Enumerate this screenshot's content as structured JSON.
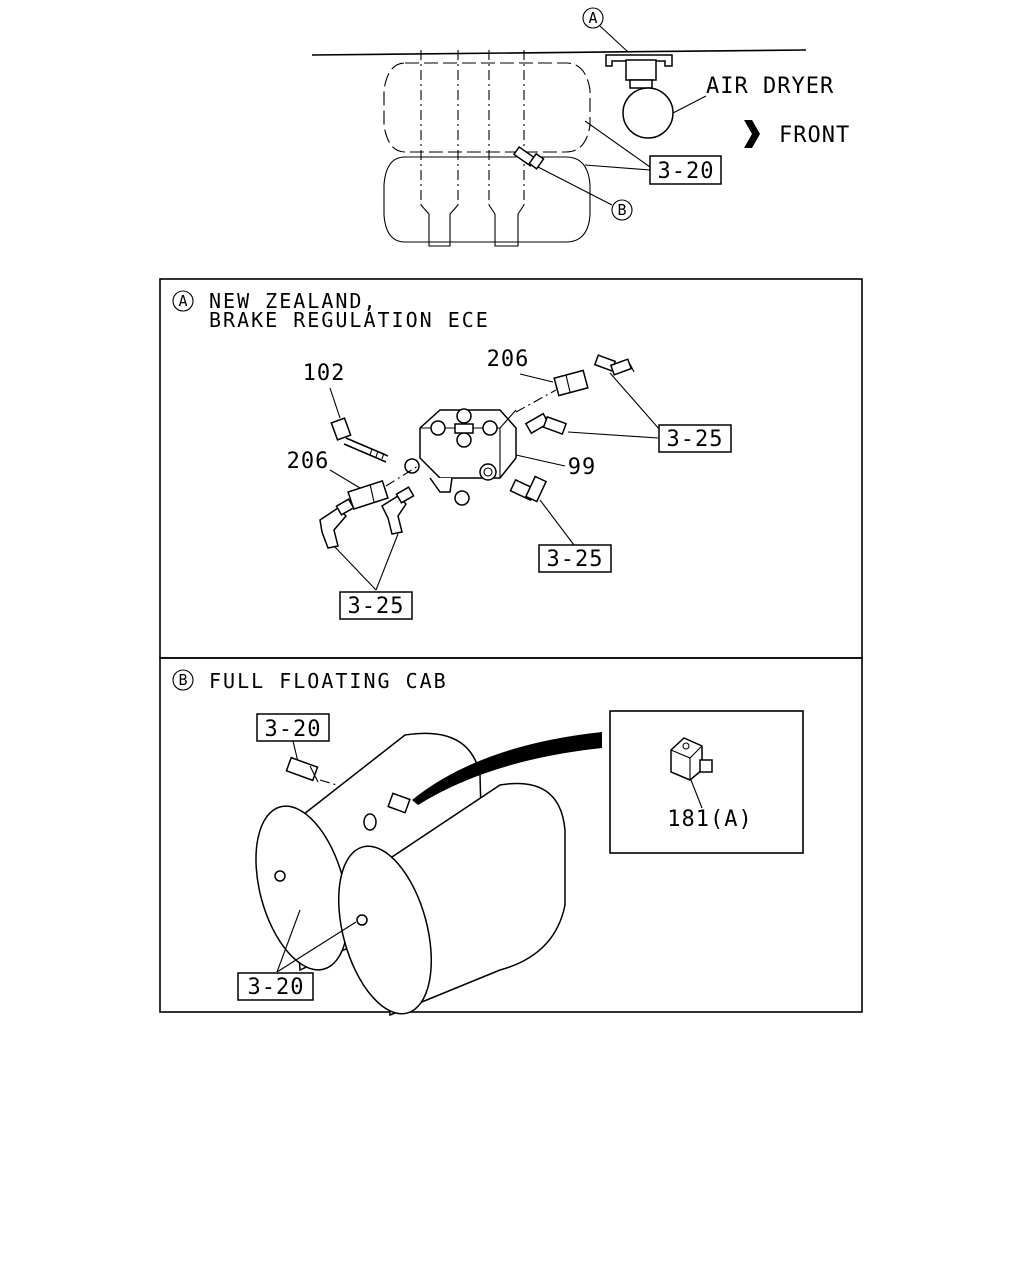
{
  "top_view": {
    "callout_a": "A",
    "callout_b": "B",
    "air_dryer_label": "AIR DRYER",
    "front_label": "FRONT",
    "ref_tank": "3-20"
  },
  "panel_a": {
    "marker": "A",
    "title_line1": "NEW ZEALAND,",
    "title_line2": "BRAKE REGULATION ECE",
    "part_102": "102",
    "part_206_top": "206",
    "part_206_left": "206",
    "part_99": "99",
    "ref_right_upper": "3-25",
    "ref_right_lower": "3-25",
    "ref_left": "3-25"
  },
  "panel_b": {
    "marker": "B",
    "title": "FULL FLOATING CAB",
    "ref_fitting": "3-20",
    "ref_tanks": "3-20",
    "inset_part": "181(A)"
  },
  "colors": {
    "ink": "#000000",
    "paper": "#ffffff"
  }
}
